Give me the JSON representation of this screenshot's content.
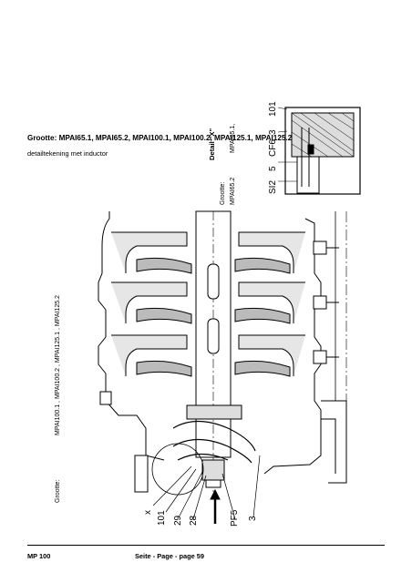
{
  "document": {
    "heading": "Grootte: MPAI65.1, MPAI65.2, MPAI100.1, MPAI100.2, MPAI125.1, MPAI125.2",
    "subheading": "detailtekening met inductor",
    "rotated_size_label": "Grootte:",
    "rotated_size_values": "MPAI100.1 , MPAI100.2 , MPAI125.1 , MPAI125.2",
    "detail_title": "Detail \"X\"",
    "detail_size_label": "Grootte:",
    "detail_size_value_1": "MPAI65.1,",
    "detail_size_value_2": "MPAI65.2"
  },
  "drawing_labels": {
    "main": [
      "x",
      "101",
      "29",
      "28",
      "PF5",
      "3"
    ],
    "detail": [
      "101",
      "3",
      "CF6",
      "5",
      "SI2"
    ]
  },
  "footer": {
    "left": "MP 100",
    "center": "Seite - Page - page 59"
  }
}
